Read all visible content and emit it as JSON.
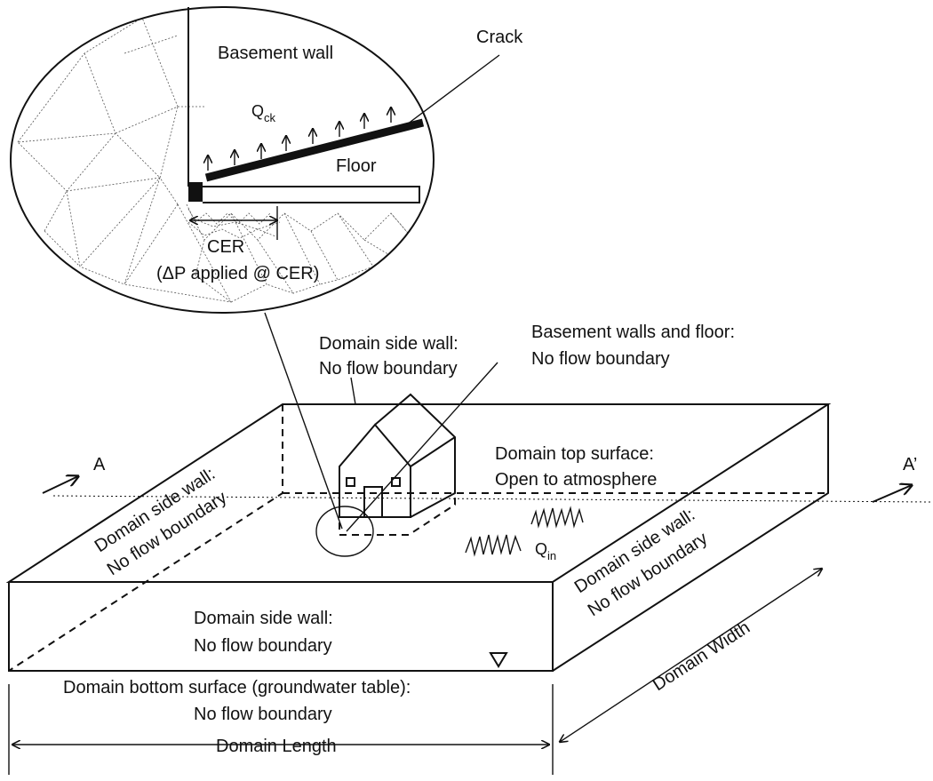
{
  "inset": {
    "basement_wall": "Basement wall",
    "crack": "Crack",
    "q_ck_main": "Q",
    "q_ck_sub": "ck",
    "floor": "Floor",
    "cer": "CER",
    "cer_note": "(ΔP applied @ CER)"
  },
  "domain": {
    "side_wall_back_1": "Domain side wall:",
    "side_wall_back_2": "No flow boundary",
    "basement_1": "Basement walls and floor:",
    "basement_2": "No flow boundary",
    "top_1": "Domain top surface:",
    "top_2": "Open to atmosphere",
    "side_wall_left_1": "Domain side wall:",
    "side_wall_left_2": "No flow boundary",
    "side_wall_right_1": "Domain side wall:",
    "side_wall_right_2": "No flow boundary",
    "side_wall_front_1": "Domain side wall:",
    "side_wall_front_2": "No flow boundary",
    "bottom_1": "Domain bottom surface (groundwater table):",
    "bottom_2": "No flow boundary",
    "q_in_main": "Q",
    "q_in_sub": "in",
    "section_a": "A",
    "section_a_prime": "A’",
    "length": "Domain Length",
    "width": "Domain Width"
  }
}
